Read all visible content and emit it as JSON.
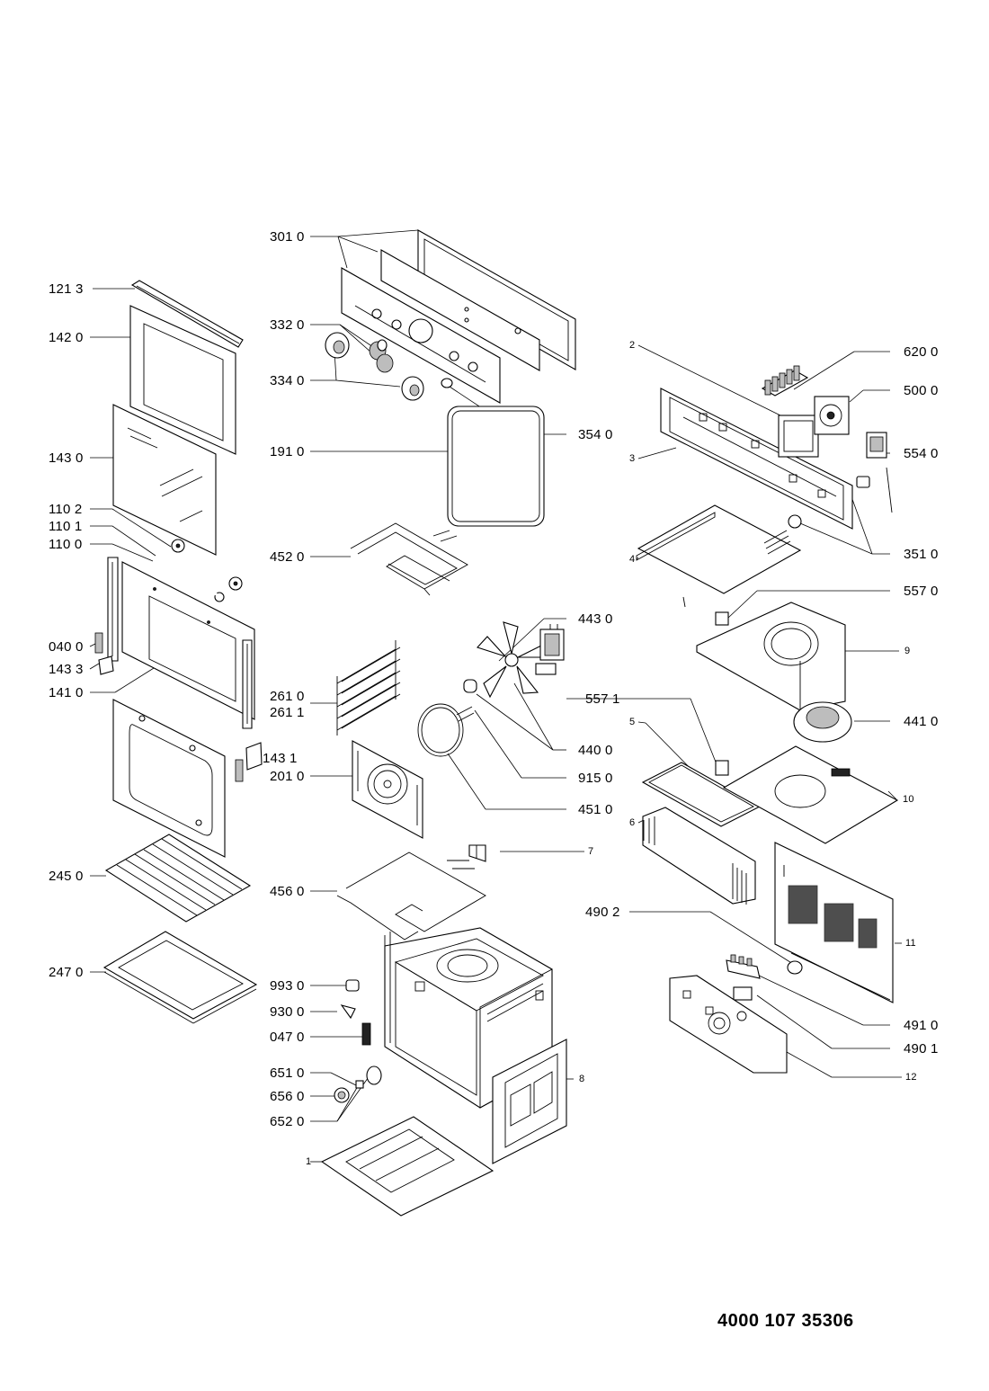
{
  "document_number": "4000 107 35306",
  "callouts_left": [
    "301 0",
    "121 3",
    "142 0",
    "332 0",
    "334 0",
    "191 0",
    "143 0",
    "110 2",
    "110 1",
    "110 0",
    "452 0",
    "040 0",
    "143 3",
    "141 0",
    "261 0",
    "261 1",
    "143 1",
    "201 0",
    "245 0",
    "456 0",
    "247 0",
    "993 0",
    "930 0",
    "047 0",
    "651 0",
    "656 0",
    "652 0",
    "490 2"
  ],
  "callouts_right": [
    "620 0",
    "500 0",
    "554 0",
    "354 0",
    "351 0",
    "557 0",
    "443 0",
    "557 1",
    "441 0",
    "440 0",
    "915 0",
    "451 0",
    "491 0",
    "490 1"
  ],
  "assembly_numbers": [
    "1",
    "2",
    "3",
    "4",
    "5",
    "6",
    "7",
    "8",
    "9",
    "10",
    "11",
    "12"
  ]
}
